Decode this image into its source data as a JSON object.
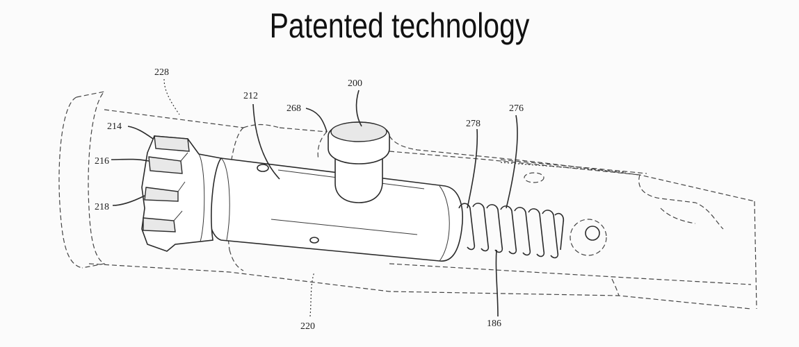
{
  "title": "Patented technology",
  "labels": {
    "r228": "228",
    "r212": "212",
    "r200": "200",
    "r268": "268",
    "r276": "276",
    "r278": "278",
    "r214": "214",
    "r216": "216",
    "r218": "218",
    "r220": "220",
    "r186": "186"
  }
}
